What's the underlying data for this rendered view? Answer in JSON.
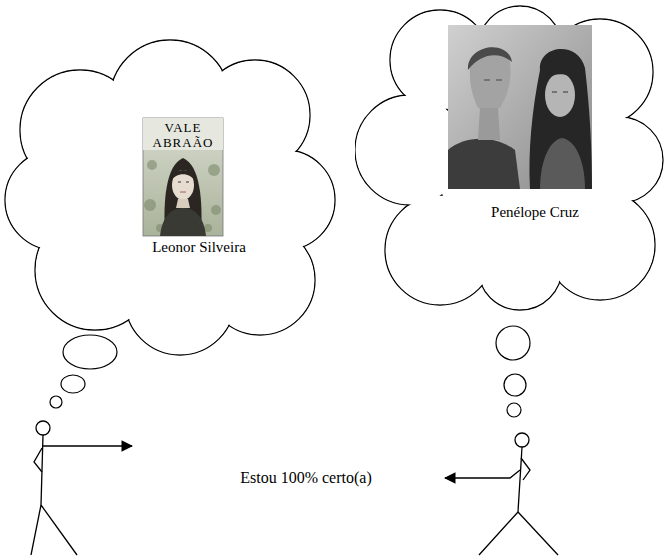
{
  "diagram": {
    "nodes": [
      {
        "text": [
          "VALE ABRAÃO",
          "Leonor Silveira"
        ]
      },
      {
        "text": [
          "Penélope Cruz"
        ]
      }
    ],
    "labels": [
      "Estou 100% certo(a)"
    ]
  }
}
